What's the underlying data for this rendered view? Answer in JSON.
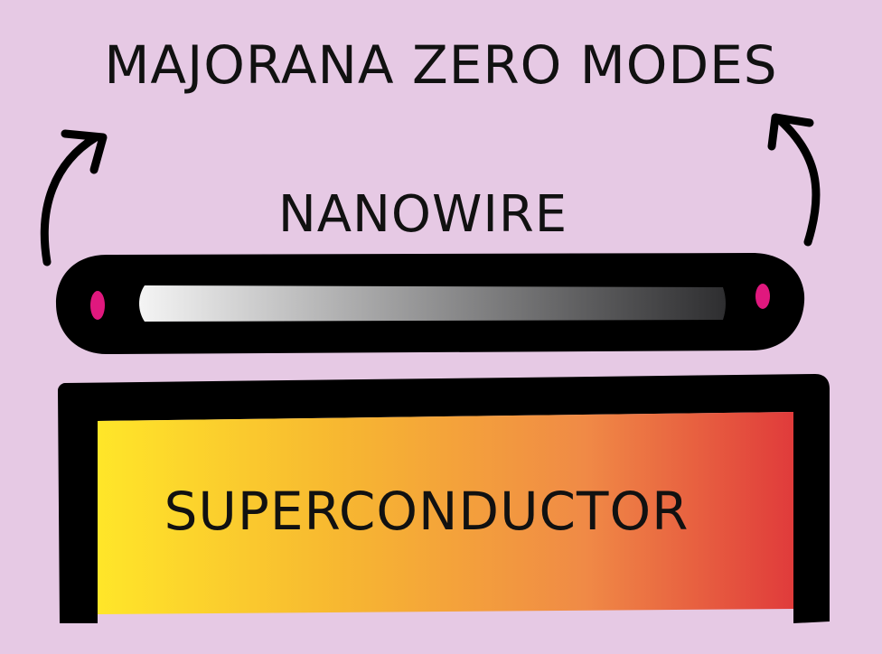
{
  "background_color": "#e6c9e4",
  "labels": {
    "top": "MAJORANA ZERO MODES",
    "nanowire": "NANOWIRE",
    "superconductor": "SUPERCONDUCTOR"
  },
  "colors": {
    "outline": "#000000",
    "majorana_dot": "#e0187e",
    "nanowire_gradient": [
      "#f4f4f4",
      "#2e2e30"
    ],
    "superconductor_gradient": [
      "#ffe629",
      "#f7b731",
      "#f08a46",
      "#e03b3b"
    ]
  },
  "icons": [
    "arrow-up-left-icon",
    "arrow-up-right-icon"
  ]
}
